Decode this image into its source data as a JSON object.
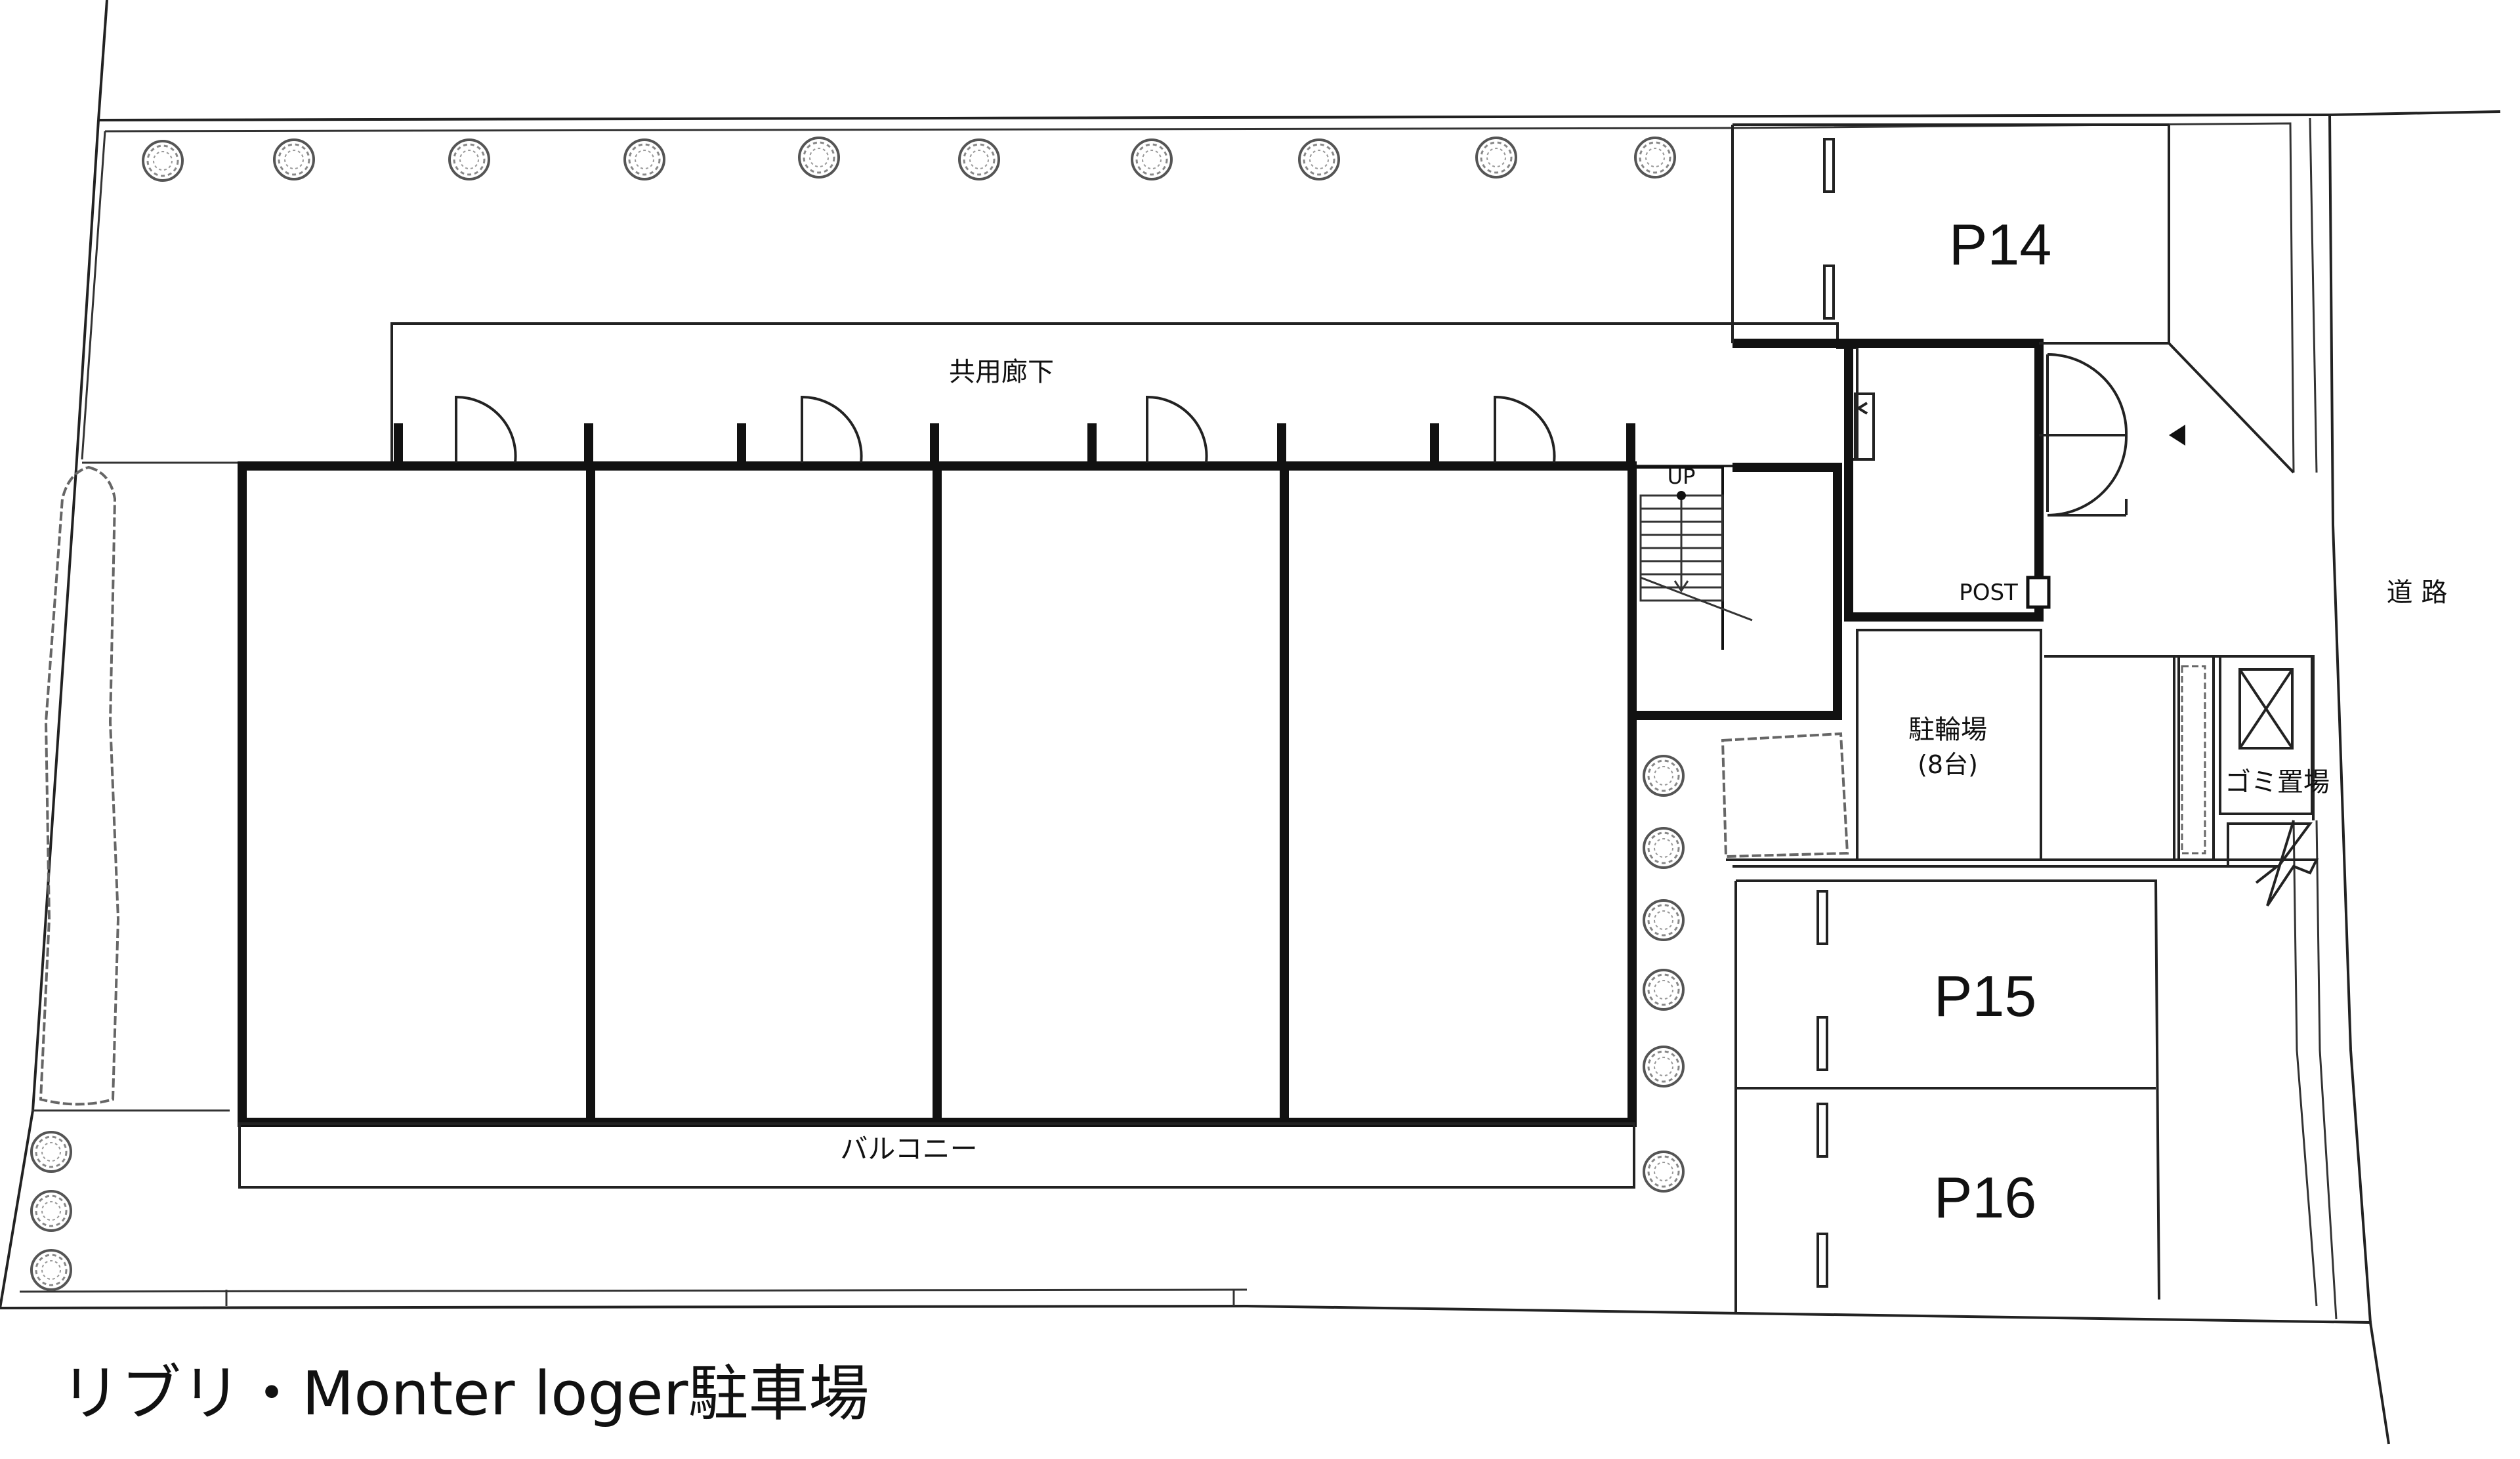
{
  "title": "リブリ・Monter loger駐車場",
  "labels": {
    "corridor": "共用廊下",
    "balcony": "バルコニー",
    "up": "UP",
    "post": "POST",
    "bicycle": "駐輪場",
    "bicycle_capacity": "(8台)",
    "garbage": "ゴミ置場",
    "road": "道 路"
  },
  "parking": [
    {
      "id": "P14"
    },
    {
      "id": "P15"
    },
    {
      "id": "P16"
    }
  ]
}
